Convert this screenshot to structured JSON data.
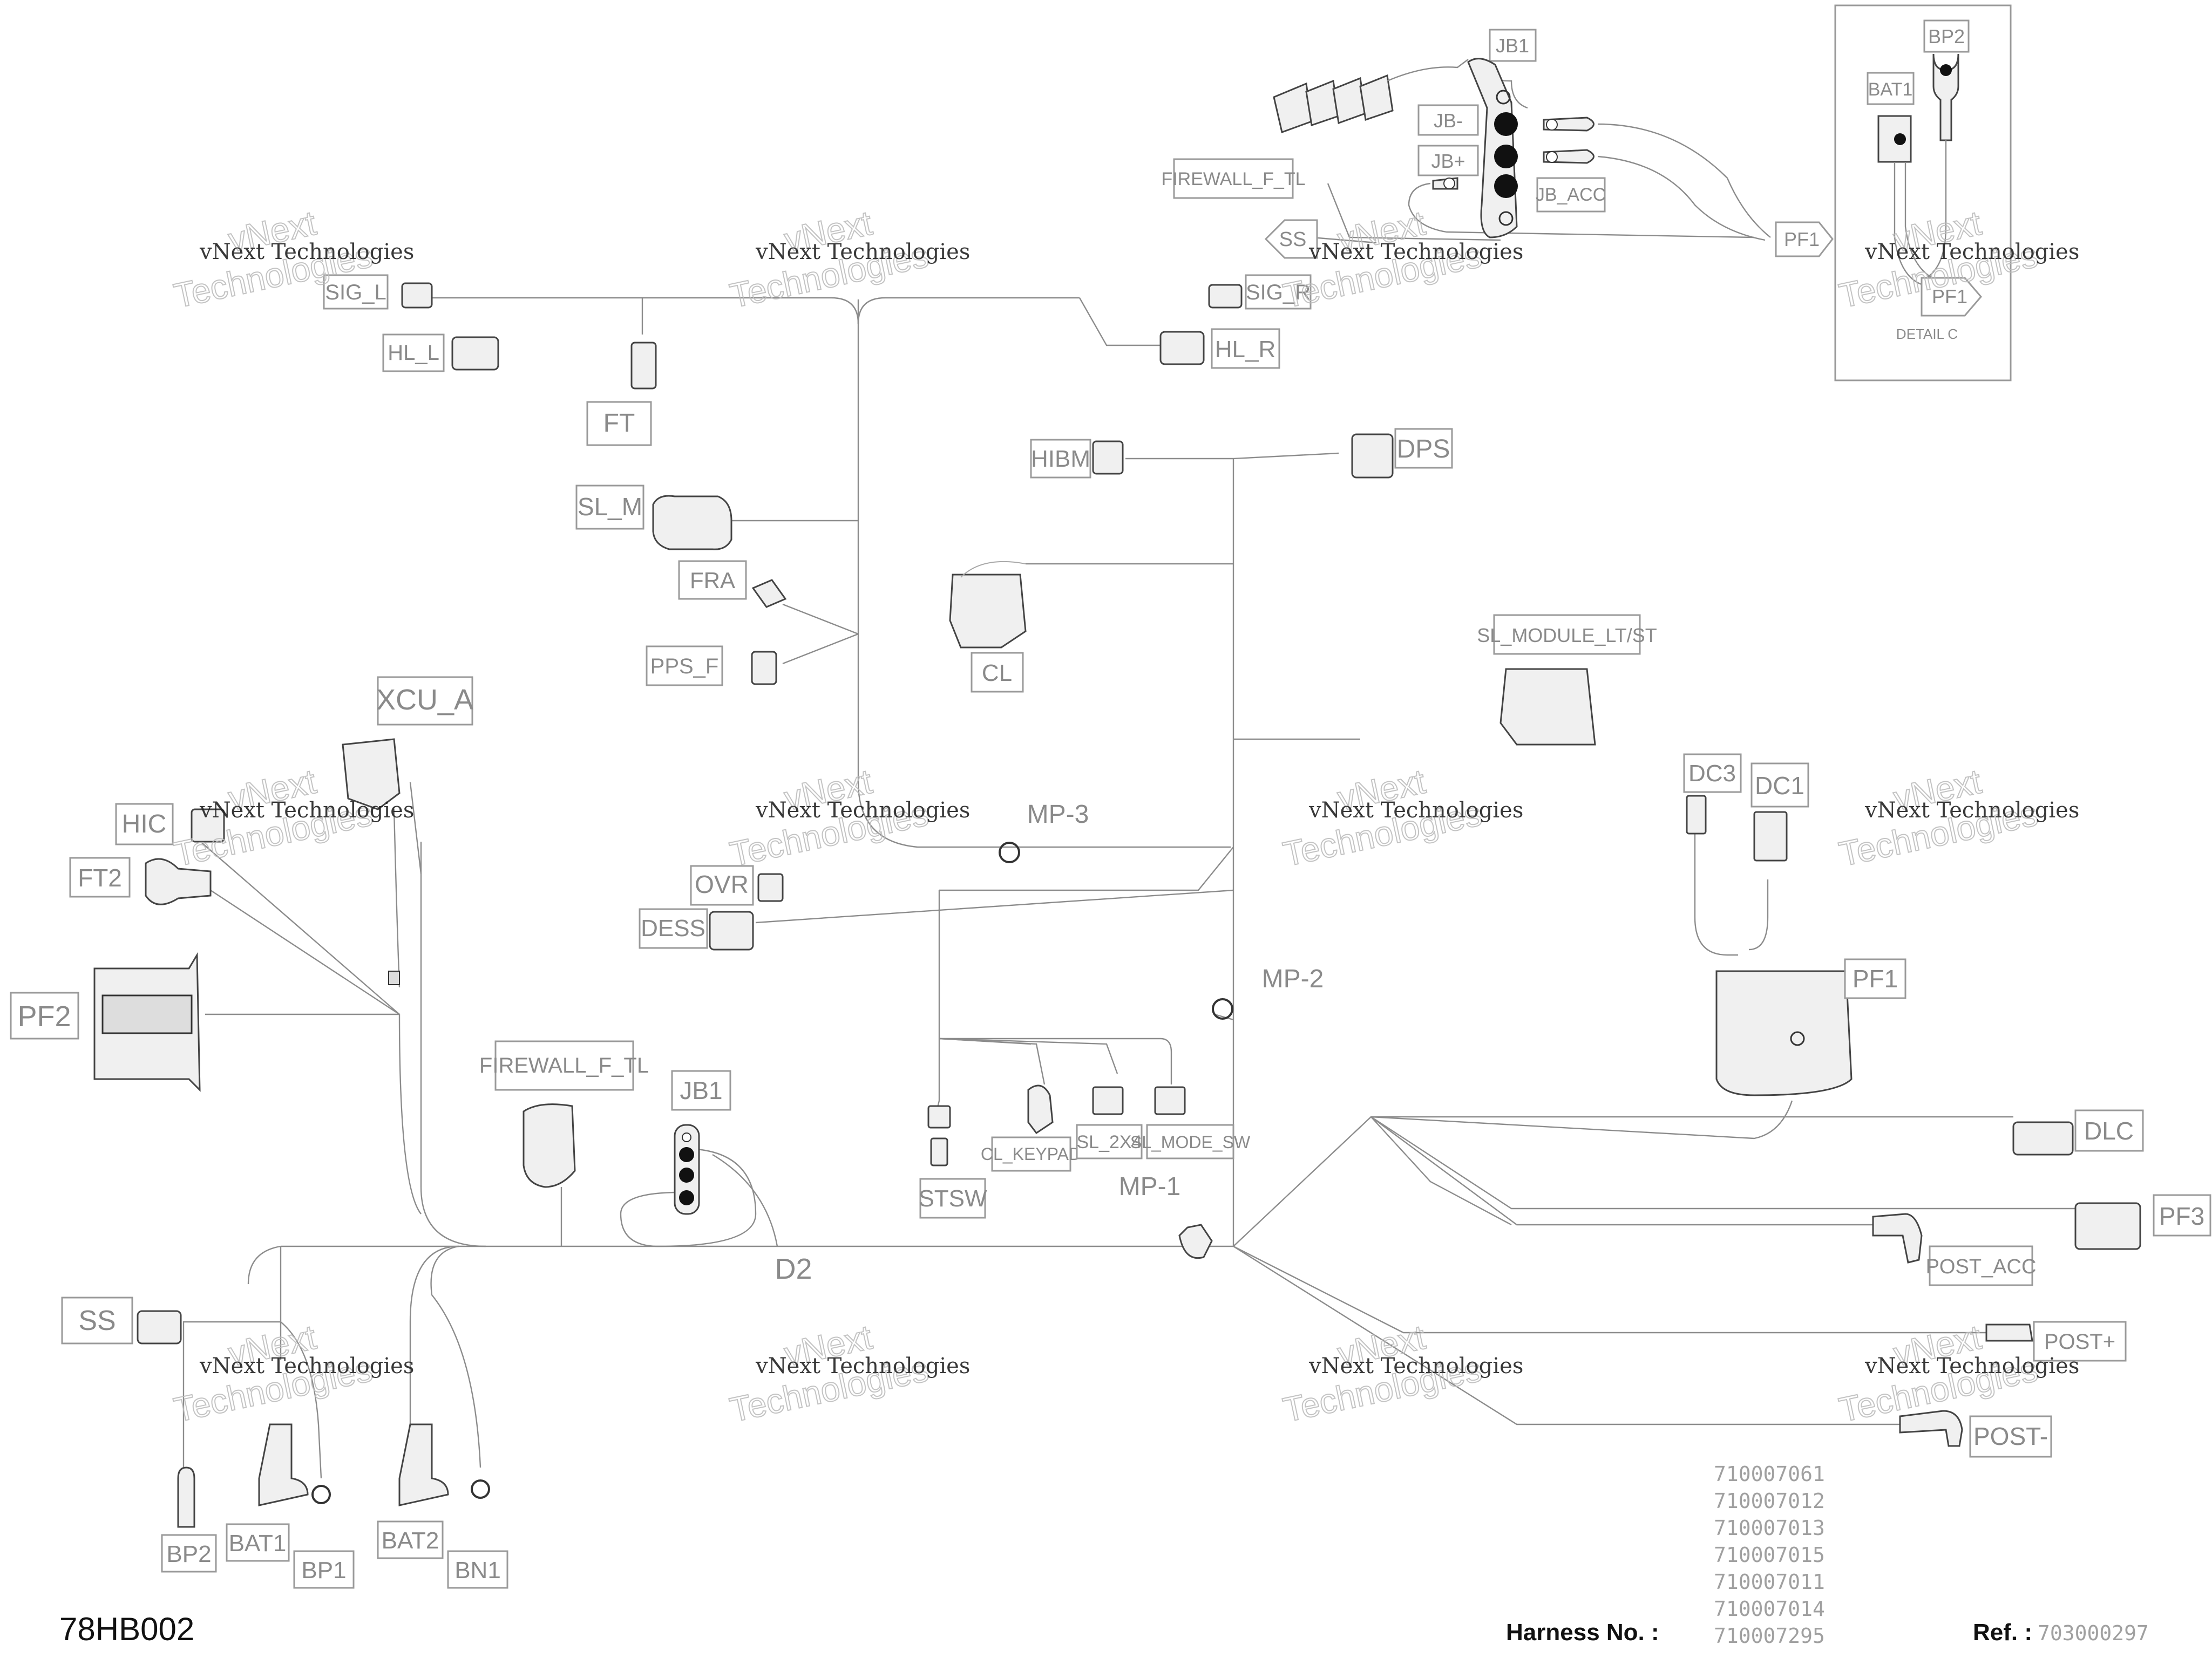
{
  "labels": {
    "jb1_top": "JB1",
    "bp2_top": "BP2",
    "bat1_top": "BAT1",
    "jb_minus": "JB-",
    "jb_plus": "JB+",
    "jb_acc": "JB_ACC",
    "firewall_top": "FIREWALL_F_TL",
    "ss_top": "SS",
    "pf1_top": "PF1",
    "pf1_detail": "PF1",
    "detail_c": "DETAIL C",
    "sig_l": "SIG_L",
    "sig_r": "SIG_R",
    "hl_l": "HL_L",
    "hl_r": "HL_R",
    "ft": "FT",
    "hibm": "HIBM",
    "dps": "DPS",
    "sl_m": "SL_M",
    "fra": "FRA",
    "cl": "CL",
    "pps_f": "PPS_F",
    "sl_module": "SL_MODULE_LT/ST",
    "xcu_a": "XCU_A",
    "hic": "HIC",
    "ft2": "FT2",
    "pf2": "PF2",
    "mp3": "MP-3",
    "ovr": "OVR",
    "dess": "DESS",
    "dc3": "DC3",
    "dc1": "DC1",
    "pf1_mid": "PF1",
    "mp2": "MP-2",
    "firewall_mid": "FIREWALL_F_TL",
    "jb1_mid": "JB1",
    "stsw": "STSW",
    "cl_keypad": "CL_KEYPAD",
    "sl_2x4": "SL_2X4",
    "sl_mode_sw": "SL_MODE_SW",
    "mp1": "MP-1",
    "dlc": "DLC",
    "pf3": "PF3",
    "d2": "D2",
    "post_acc": "POST_ACC",
    "ss_bottom": "SS",
    "post_plus": "POST+",
    "post_minus": "POST-",
    "bp2_bottom": "BP2",
    "bat1_bottom": "BAT1",
    "bp1": "BP1",
    "bat2": "BAT2",
    "bn1": "BN1"
  },
  "watermark": {
    "line1": "vNext Technologies",
    "line2": "Technologies",
    "line3": "vNext"
  },
  "footer": {
    "diagram_code": "78HB002",
    "harness_label": "Harness No. :",
    "harness_numbers": [
      "710007061",
      "710007012",
      "710007013",
      "710007015",
      "710007011",
      "710007014",
      "710007295"
    ],
    "ref_label": "Ref. :",
    "ref_value": "703000297"
  }
}
